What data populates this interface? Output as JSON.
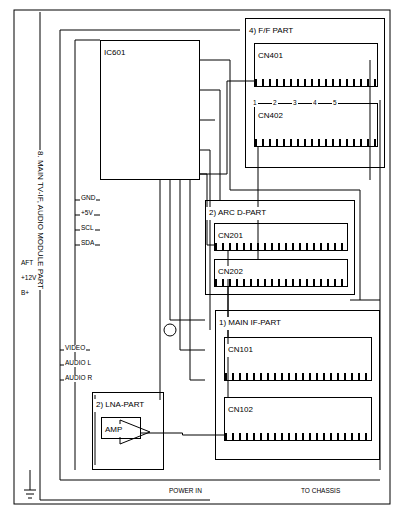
{
  "diagram": {
    "nodes": [
      {
        "text": [
          "4) F/F PART"
        ]
      },
      {
        "text": [
          "CN401"
        ],
        "in": 0
      },
      {
        "text": [
          "CN402"
        ],
        "in": 0
      },
      {
        "text": [
          "IC601"
        ]
      },
      {
        "text": [
          "2) ARC D-PART"
        ]
      },
      {
        "text": [
          "CN201"
        ],
        "in": 4
      },
      {
        "text": [
          "CN202"
        ],
        "in": 4
      },
      {
        "text": [
          "1) MAIN IF-PART"
        ]
      },
      {
        "text": [
          "CN101"
        ],
        "in": 7
      },
      {
        "text": [
          "CN102"
        ],
        "in": 7
      },
      {
        "text": [
          "2) LNA-PART"
        ]
      },
      {
        "text": [
          "AMP"
        ],
        "in": 10
      }
    ],
    "edges": [
      {
        "from": 3,
        "to": 1,
        "arrow": "none"
      },
      {
        "from": 3,
        "to": 5,
        "arrow": "none"
      },
      {
        "from": 2,
        "to": 6,
        "arrow": "none"
      },
      {
        "from": 5,
        "to": 8,
        "arrow": "none"
      },
      {
        "from": 6,
        "to": 9,
        "arrow": "none"
      },
      {
        "from": 11,
        "to": 9,
        "arrow": "none"
      }
    ],
    "labels": [
      "8. MAIN TV-IF, AUDIO MODULE PART",
      "GND",
      "+5V",
      "SCL",
      "SDA",
      "VIDEO",
      "AUDIO L",
      "AUDIO R",
      "AFT",
      "+12V",
      "B+",
      "POWER IN",
      "TO CHASSIS",
      "1",
      "2",
      "3",
      "4",
      "5"
    ]
  }
}
